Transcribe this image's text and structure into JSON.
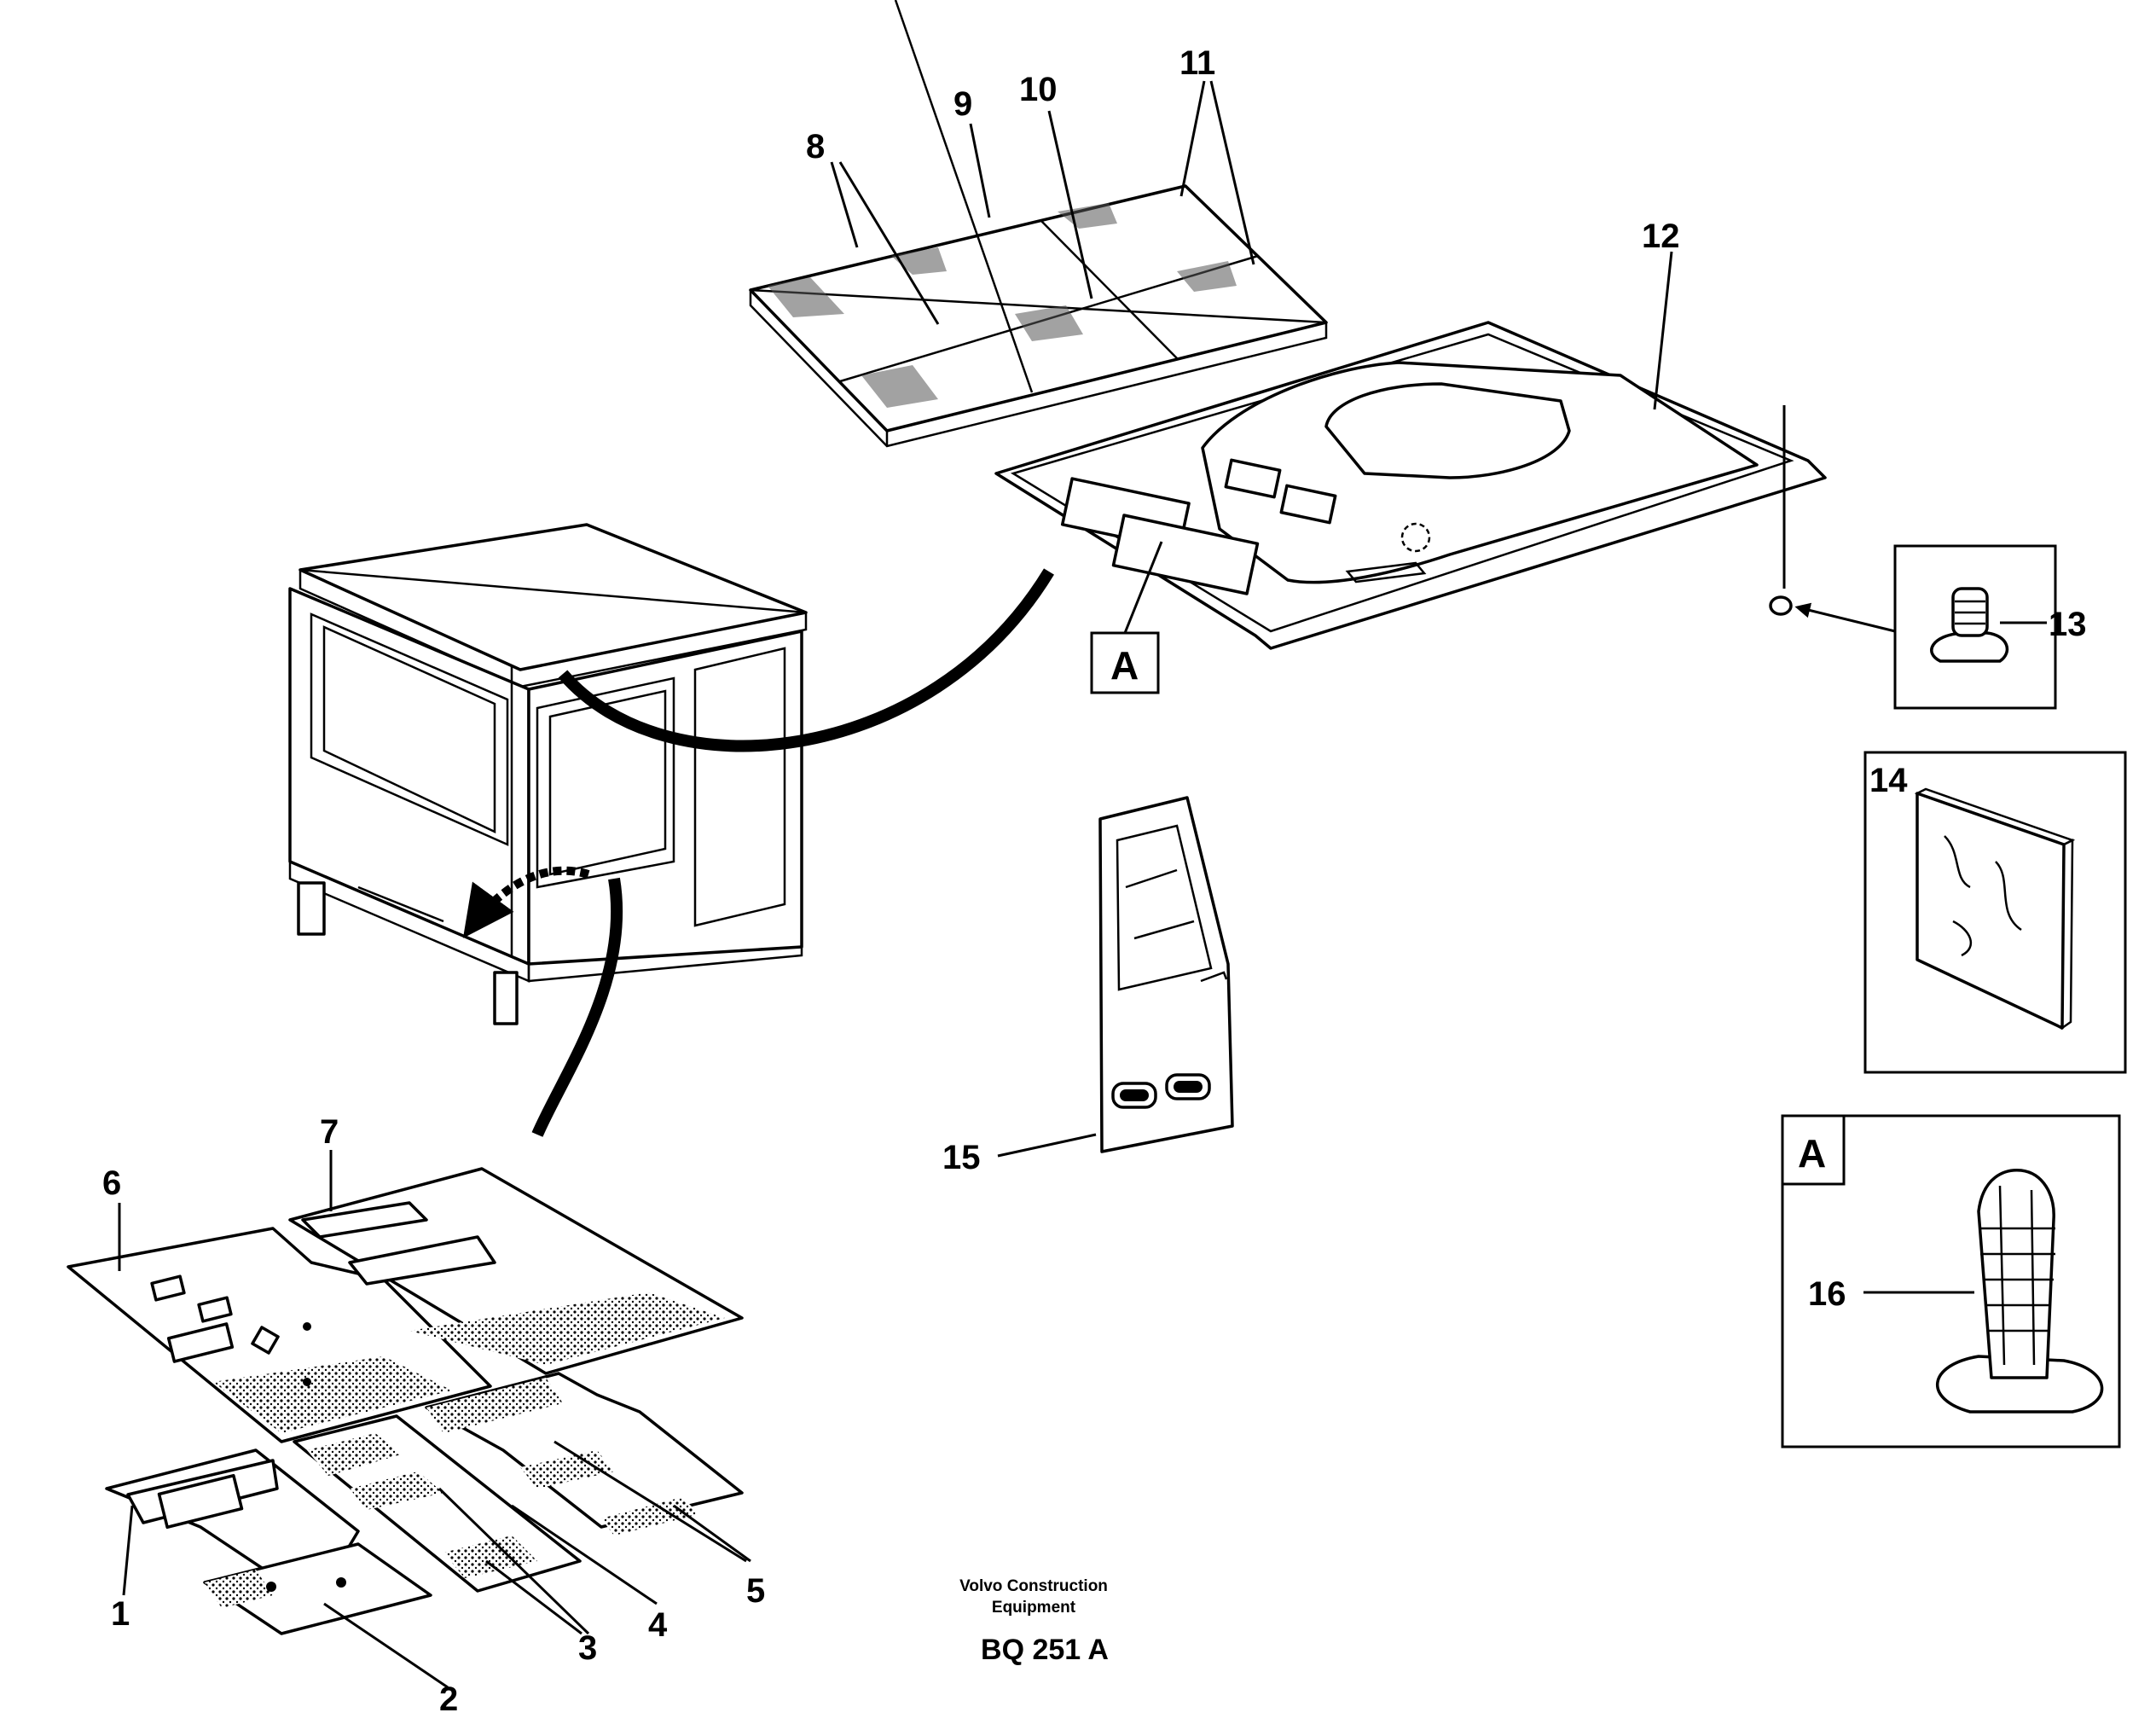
{
  "callouts": {
    "c1": "1",
    "c2": "2",
    "c3": "3",
    "c4": "4",
    "c5": "5",
    "c6": "6",
    "c7": "7",
    "c8": "8",
    "c9": "9",
    "c10": "10",
    "c11": "11",
    "c12": "12",
    "c13": "13",
    "c14": "14",
    "c15": "15",
    "c16": "16"
  },
  "detail_markers": {
    "view_a_marker": "A",
    "view_a_box": "A"
  },
  "footer": {
    "maker_line1": "Volvo Construction",
    "maker_line2": "Equipment",
    "drawing_code": "BQ 251 A"
  }
}
